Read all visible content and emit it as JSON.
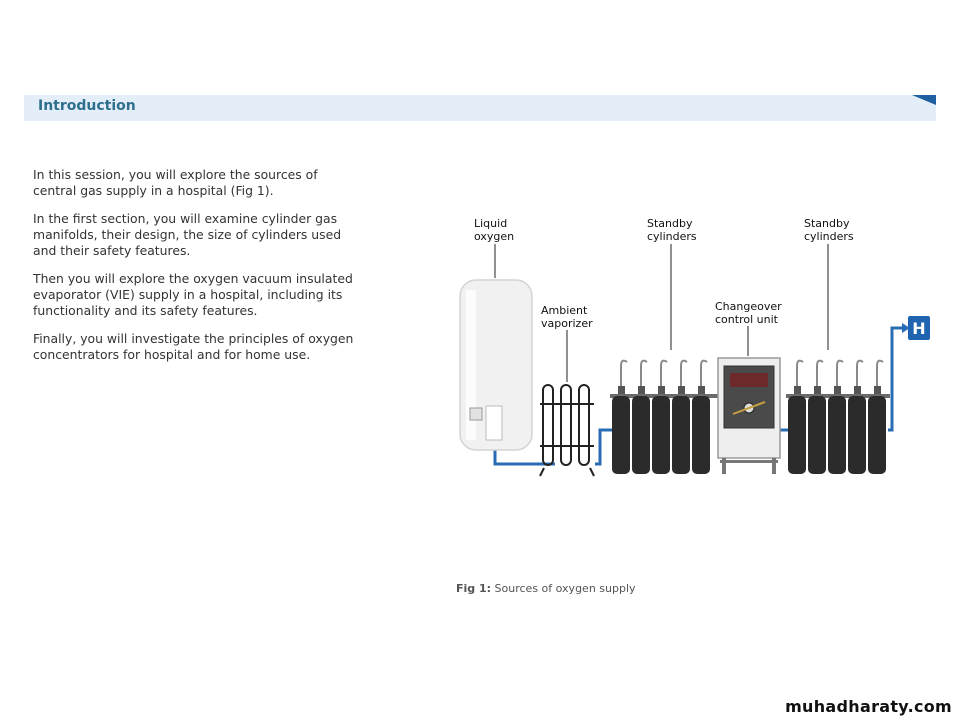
{
  "header": {
    "title": "Introduction"
  },
  "paragraphs": [
    "In this session, you will explore the sources of central gas supply in a hospital (Fig 1).",
    "In the first section, you will examine cylinder gas manifolds, their design, the size of cylinders used and their safety features.",
    "Then you will explore the oxygen vacuum insulated evaporator (VIE) supply in a hospital, including its functionality and its safety features.",
    "Finally, you will investigate the principles of oxygen concentrators for hospital and for home use."
  ],
  "figure": {
    "labels": {
      "liquid_oxygen": "Liquid\noxygen",
      "ambient_vaporizer": "Ambient\nvaporizer",
      "standby_cylinders_left": "Standby\ncylinders",
      "changeover_control_unit": "Changeover\ncontrol unit",
      "standby_cylinders_right": "Standby\ncylinders",
      "hospital_sign": "H"
    },
    "caption_label": "Fig 1:",
    "caption_text": "Sources of oxygen supply",
    "colors": {
      "pipe": "#2a6db5",
      "cylinder": "#2b2b2b",
      "hospital_sign": "#1f64b0",
      "tank": "#f1f1f1"
    }
  },
  "watermark": "muhadharaty.com"
}
